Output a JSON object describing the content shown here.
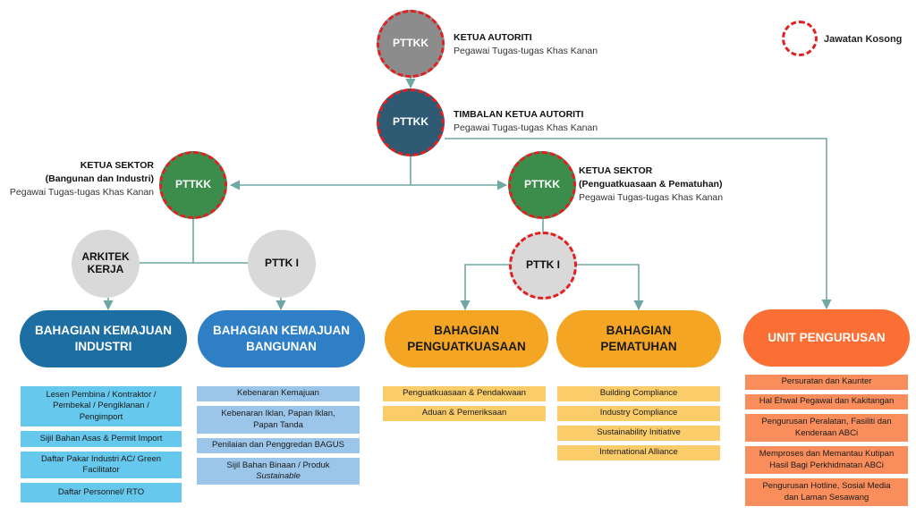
{
  "nodes": {
    "top": {
      "label": "PTTKK",
      "title": "KETUA AUTORITI",
      "subtitle": "Pegawai Tugas-tugas Khas Kanan"
    },
    "deputy": {
      "label": "PTTKK",
      "title": "TIMBALAN KETUA AUTORITI",
      "subtitle": "Pegawai Tugas-tugas Khas Kanan"
    },
    "sector_left": {
      "label": "PTTKK",
      "title": "KETUA SEKTOR",
      "title2": "(Bangunan dan Industri)",
      "subtitle": "Pegawai Tugas-tugas Khas Kanan"
    },
    "sector_right": {
      "label": "PTTKK",
      "title": "KETUA SEKTOR",
      "title2": "(Penguatkuasaan & Pematuhan)",
      "subtitle": "Pegawai Tugas-tugas Khas Kanan"
    },
    "arkitek": {
      "line1": "ARKITEK",
      "line2": "KERJA"
    },
    "pttk_left": {
      "label": "PTTK I"
    },
    "pttk_right": {
      "label": "PTTK I"
    }
  },
  "legend": {
    "label": "Jawatan Kosong"
  },
  "departments": [
    {
      "line1": "BAHAGIAN KEMAJUAN",
      "line2": "INDUSTRI"
    },
    {
      "line1": "BAHAGIAN KEMAJUAN",
      "line2": "BANGUNAN"
    },
    {
      "line1": "BAHAGIAN",
      "line2": "PENGUATKUASAAN"
    },
    {
      "line1": "BAHAGIAN",
      "line2": "PEMATUHAN"
    },
    {
      "line1": "UNIT PENGURUSAN"
    }
  ],
  "items": {
    "industri": [
      {
        "l1": "Lesen Pembina / Kontraktor /",
        "l2": "Pembekal / Pengiklanan /",
        "l3": "Pengimport"
      },
      {
        "l1": "Sijil Bahan Asas & Permit Import"
      },
      {
        "l1": "Daftar Pakar Industri AC/ Green",
        "l2": "Facilitator"
      },
      {
        "l1": "Daftar Personnel/  RTO"
      }
    ],
    "bangunan": [
      {
        "l1": "Kebenaran Kemajuan"
      },
      {
        "l1": "Kebenaran Iklan, Papan Iklan,",
        "l2": "Papan Tanda"
      },
      {
        "l1": "Penilaian dan Penggredan BAGUS"
      },
      {
        "l1": "Sijil Bahan Binaan / Produk",
        "l2": "Sustainable"
      }
    ],
    "penguatkuasaan": [
      {
        "l1": "Penguatkuasaan &  Pendakwaan"
      },
      {
        "l1": "Aduan & Pemeriksaan"
      }
    ],
    "pematuhan": [
      {
        "l1": "Building Compliance"
      },
      {
        "l1": "Industry Compliance"
      },
      {
        "l1": "Sustainability Initiative"
      },
      {
        "l1": "International Alliance"
      }
    ],
    "pengurusan": [
      {
        "l1": "Persuratan dan Kaunter"
      },
      {
        "l1": "Hal Ehwal Pegawai dan Kakitangan"
      },
      {
        "l1": "Pengurusan Peralatan, Fasiliti dan",
        "l2": "Kenderaan ABCi"
      },
      {
        "l1": "Memproses dan Memantau Kutipan",
        "l2": "Hasil Bagi Perkhidmatan ABCi"
      },
      {
        "l1": "Pengurusan Hotline, Sosial Media",
        "l2": "dan Laman Sesawang"
      }
    ]
  },
  "colors": {
    "connector": "#6fa7a3",
    "vacant_border": "#e02020",
    "top_node": "#8c8c8c",
    "deputy_node": "#2f5a73",
    "sector_node": "#3c8c4c",
    "sub_node": "#d9d9d9"
  }
}
